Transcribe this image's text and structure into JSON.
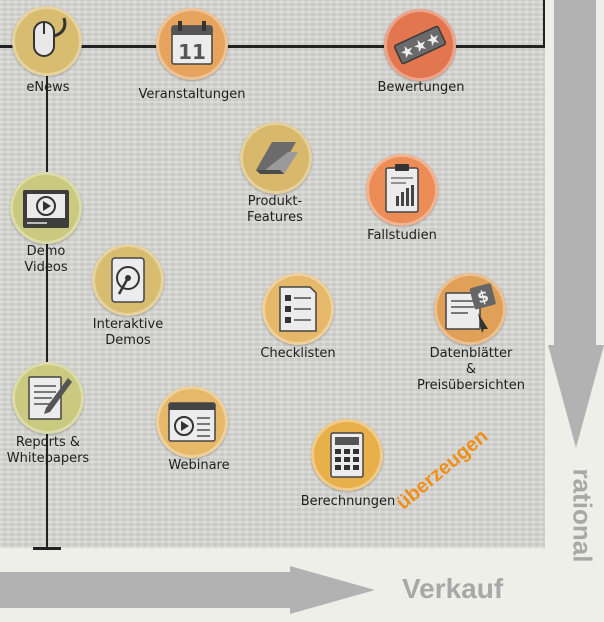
{
  "colors": {
    "gold": "#d8bc6f",
    "orange": "#eda34e",
    "redorange": "#e8784f",
    "tan": "#e6b46a",
    "olive": "#c8c87e",
    "accent_text": "#ef8f1a",
    "arrow_gray": "#a8a8a8"
  },
  "nodes": {
    "enews": {
      "label": "eNews",
      "icon": "mouse-icon"
    },
    "veranstaltungen": {
      "label": "Veranstaltungen",
      "icon": "calendar-icon",
      "calendar_day": "11"
    },
    "bewertungen": {
      "label": "Bewertungen",
      "icon": "stars-icon"
    },
    "produkt_features": {
      "label": "Produkt-\nFeatures",
      "icon": "feature-icon"
    },
    "fallstudien": {
      "label": "Fallstudien",
      "icon": "clipboard-chart-icon"
    },
    "demo_videos": {
      "label": "Demo Videos",
      "icon": "video-player-icon"
    },
    "interaktive_demos": {
      "label": "Interaktive\nDemos",
      "icon": "disk-drive-icon"
    },
    "checklisten": {
      "label": "Checklisten",
      "icon": "checklist-icon"
    },
    "datenblaetter": {
      "label": "Datenblätter\n& Preisübersichten",
      "icon": "price-sheet-icon"
    },
    "reports": {
      "label": "Reports &\nWhitepapers",
      "icon": "document-pen-icon"
    },
    "webinare": {
      "label": "Webinare",
      "icon": "webinar-window-icon"
    },
    "berechnungen": {
      "label": "Berechnungen",
      "icon": "calculator-icon"
    }
  },
  "annotations": {
    "ueberzeugen": "überzeugen",
    "verkauf": "Verkauf",
    "rational": "rational"
  }
}
